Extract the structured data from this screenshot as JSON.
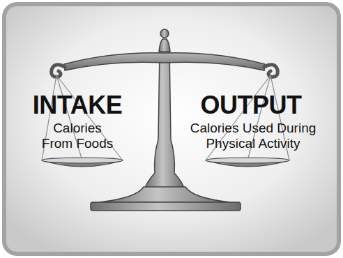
{
  "diagram": {
    "nodes": [
      {
        "text": [
          "INTAKE",
          "Calories From Foods"
        ]
      },
      {
        "text": [
          "OUTPUT",
          "Calories Used During Physical Activity"
        ]
      }
    ]
  }
}
